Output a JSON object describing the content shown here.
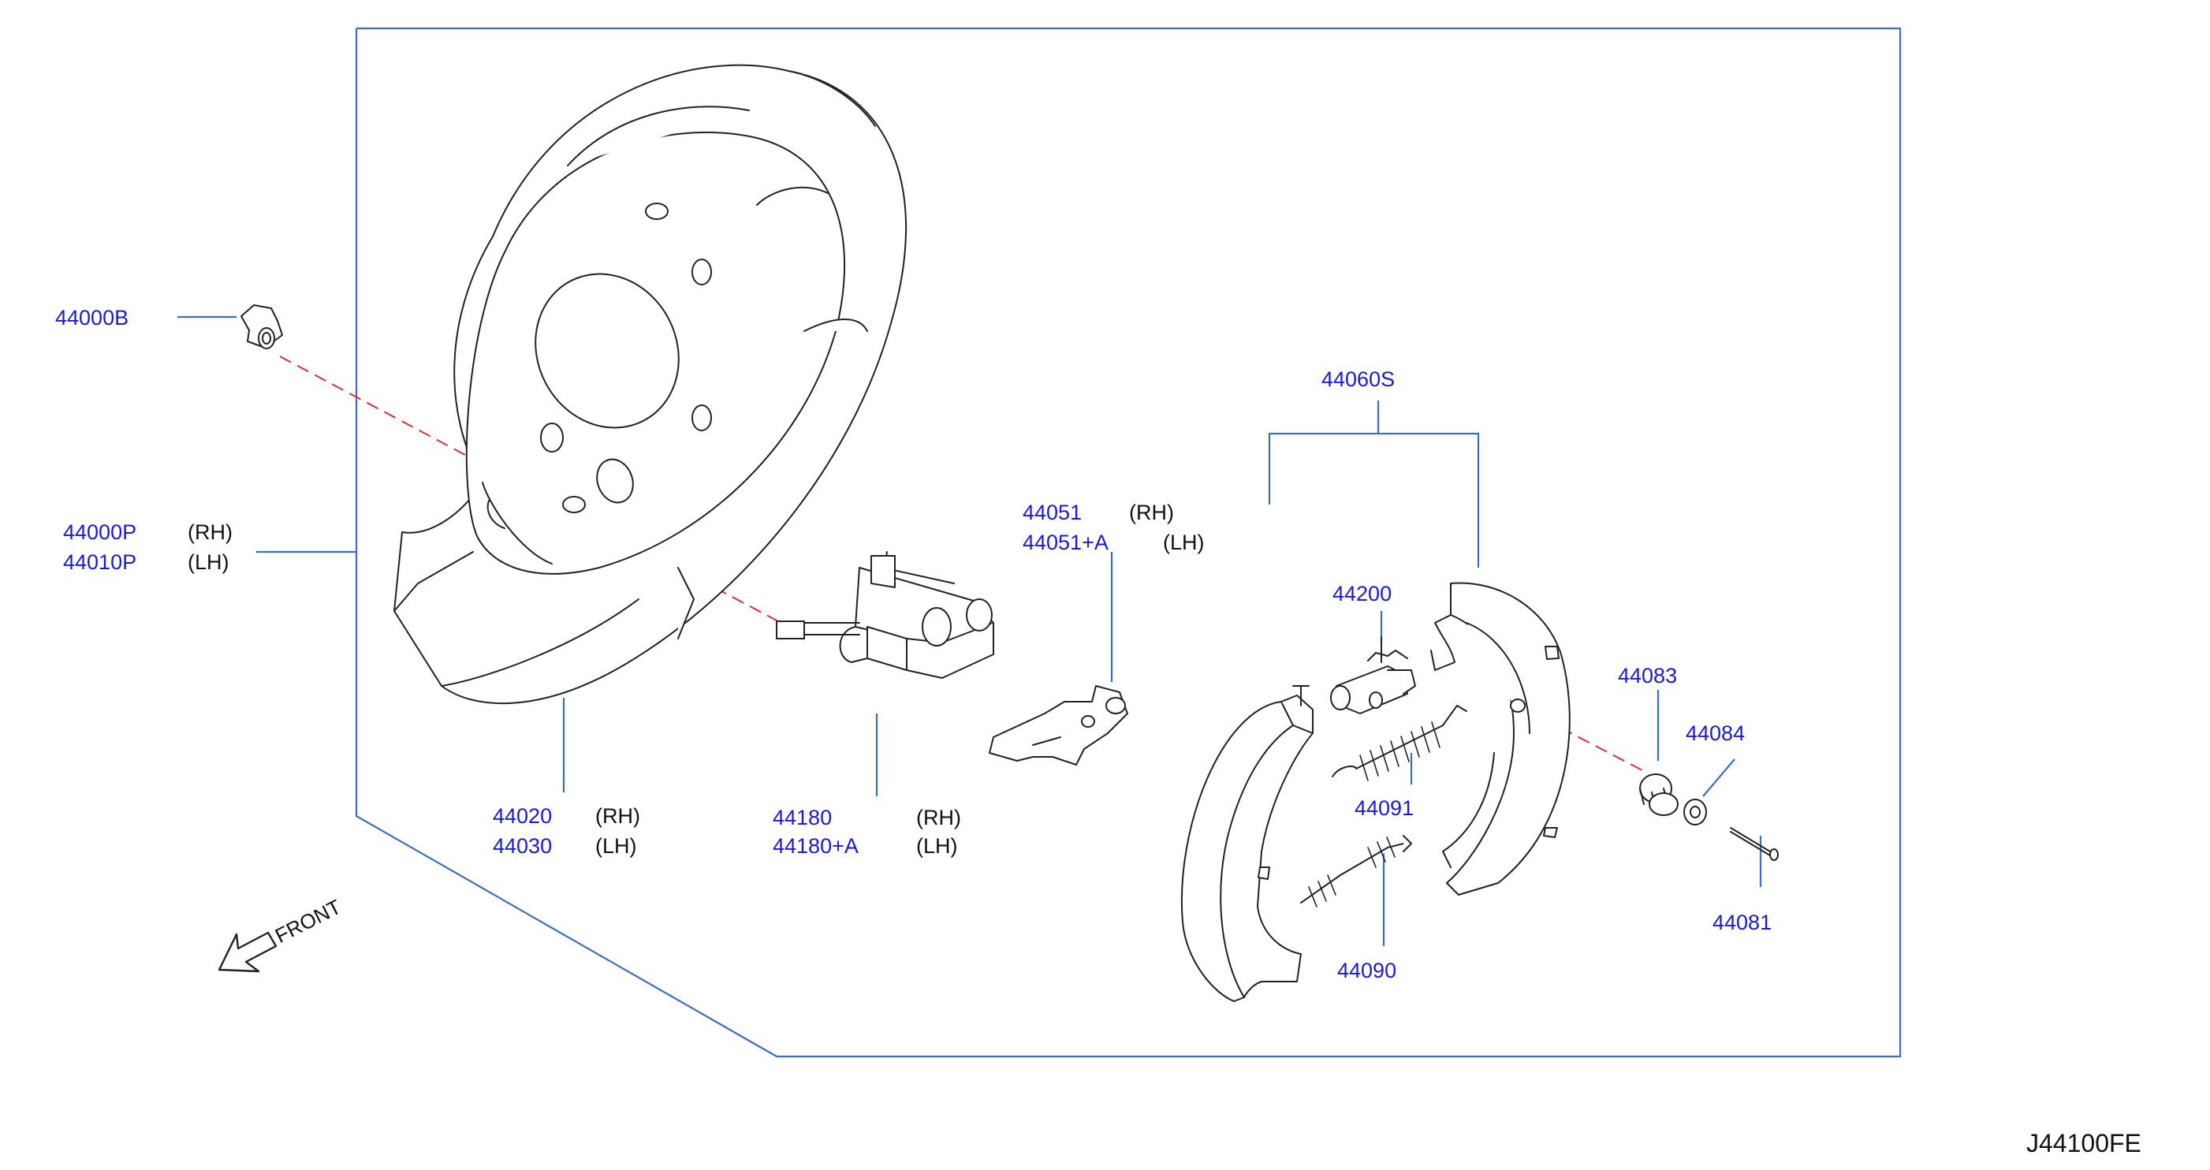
{
  "diagram_code": "J44100FE",
  "front_label": "FRONT",
  "colors": {
    "part_number": "#1a1adf",
    "leader_line": "#3a6fc4",
    "center_line": "#e03030",
    "drawing": "#222222"
  },
  "callouts": [
    {
      "id": "44000B",
      "part": "44000B",
      "side": ""
    },
    {
      "id": "44000P",
      "part": "44000P",
      "side": "(RH)"
    },
    {
      "id": "44010P",
      "part": "44010P",
      "side": "(LH)"
    },
    {
      "id": "44020",
      "part": "44020",
      "side": "(RH)"
    },
    {
      "id": "44030",
      "part": "44030",
      "side": "(LH)"
    },
    {
      "id": "44180",
      "part": "44180",
      "side": "(RH)"
    },
    {
      "id": "44180A",
      "part": "44180+A",
      "side": "(LH)"
    },
    {
      "id": "44051",
      "part": "44051",
      "side": "(RH)"
    },
    {
      "id": "44051A",
      "part": "44051+A",
      "side": "(LH)"
    },
    {
      "id": "44060S",
      "part": "44060S",
      "side": ""
    },
    {
      "id": "44200",
      "part": "44200",
      "side": ""
    },
    {
      "id": "44091",
      "part": "44091",
      "side": ""
    },
    {
      "id": "44090",
      "part": "44090",
      "side": ""
    },
    {
      "id": "44083",
      "part": "44083",
      "side": ""
    },
    {
      "id": "44084",
      "part": "44084",
      "side": ""
    },
    {
      "id": "44081",
      "part": "44081",
      "side": ""
    }
  ]
}
